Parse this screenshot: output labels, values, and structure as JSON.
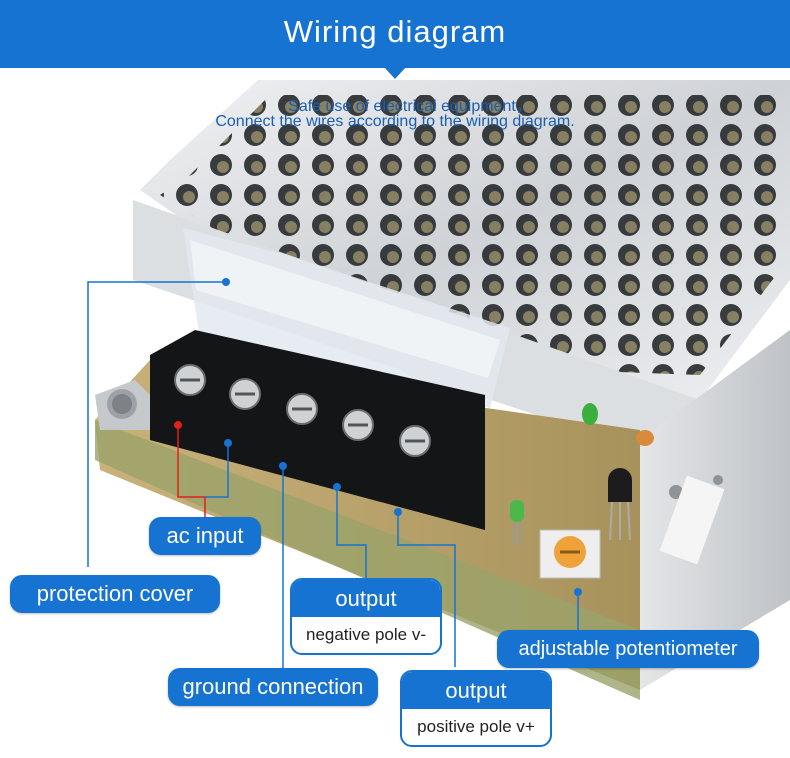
{
  "header": {
    "title": "Wiring diagram",
    "subtitle_line1": "Safe use of electrical equipment，",
    "subtitle_line2": "Connect the wires according to the wiring diagram."
  },
  "labels": {
    "ac_input": "ac input",
    "protection_cover": "protection cover",
    "ground_connection": "ground connection",
    "adjustable_potentiometer": "adjustable potentiometer",
    "output_negative": {
      "title": "output",
      "detail": "negative pole v-"
    },
    "output_positive": {
      "title": "output",
      "detail": "positive pole v+"
    }
  },
  "colors": {
    "accent": "#1673d1",
    "subtitle_text": "#1a5fb0",
    "ac_input_line": "#e0201a",
    "pcb": "#c9b27a"
  }
}
